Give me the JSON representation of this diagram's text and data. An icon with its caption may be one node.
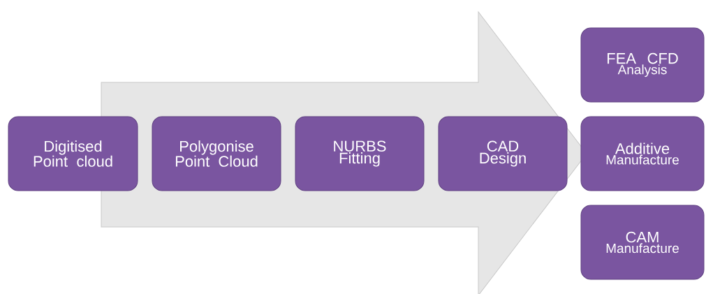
{
  "diagram": {
    "nodes": [
      {
        "text": [
          "Digitised Point cloud"
        ]
      },
      {
        "text": [
          "Polygonise Point Cloud"
        ]
      },
      {
        "text": [
          "NURBS Fitting"
        ]
      },
      {
        "text": [
          "CAD Design"
        ]
      },
      {
        "text": [
          "FEA CFD",
          "Analysis"
        ]
      },
      {
        "text": [
          "Additive",
          "Manufacture"
        ]
      },
      {
        "text": [
          "CAM",
          "Manufacture"
        ]
      }
    ],
    "edges": [
      {
        "from": 0,
        "to": 5,
        "arrow": "to"
      }
    ]
  }
}
